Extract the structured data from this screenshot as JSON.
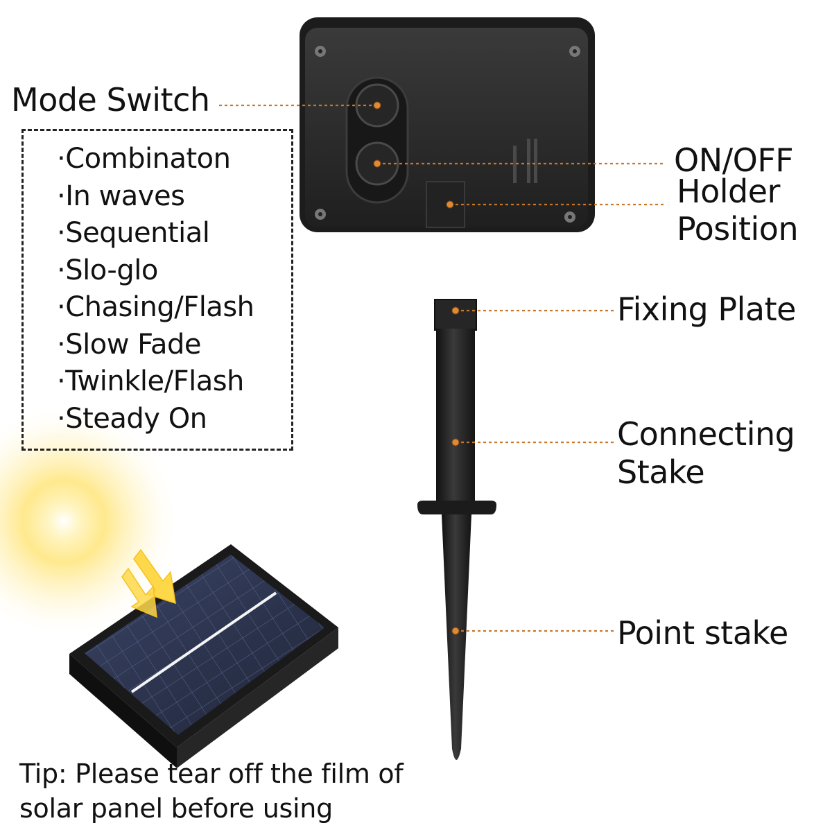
{
  "labels": {
    "mode_switch": "Mode Switch",
    "on_off": "ON/OFF",
    "holder_line1": "Holder",
    "holder_line2": "Position",
    "fixing_plate": "Fixing Plate",
    "connecting_line1": "Connecting",
    "connecting_line2": "Stake",
    "point_stake": "Point stake"
  },
  "modes": [
    "·Combinaton",
    "·In waves",
    "·Sequential",
    "·Slo-glo",
    "·Chasing/Flash",
    "·Slow Fade",
    "·Twinkle/Flash",
    "·Steady On"
  ],
  "tip": {
    "line1": "Tip:  Please tear off the film of",
    "line2": "solar panel before using"
  },
  "colors": {
    "callout": "#c8782a",
    "device_body": "#2b2b2b",
    "stake": "#1e1e1e",
    "solar_cells": "#2d3550",
    "sun": "#ffd84a",
    "text": "#111111"
  },
  "icons": {
    "light_source": "sun-glow-icon",
    "sun_rays": "arrow-rays-icon"
  }
}
